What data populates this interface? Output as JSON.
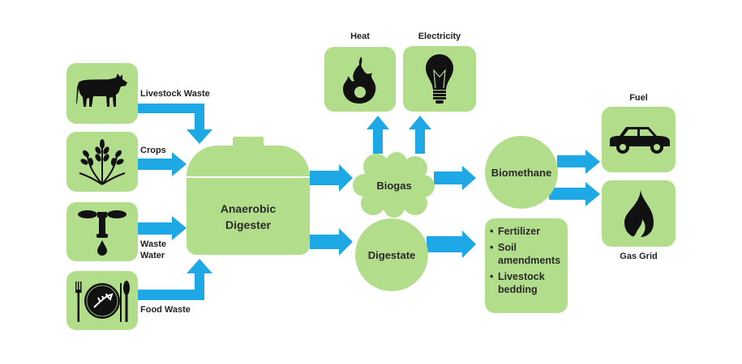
{
  "colors": {
    "box_fill": "#b2de8c",
    "arrow": "#1ea8e6",
    "icon": "#111111"
  },
  "inputs": [
    {
      "label": "Livestock Waste",
      "icon": "cow-icon"
    },
    {
      "label": "Crops",
      "icon": "wheat-icon"
    },
    {
      "label_line1": "Waste",
      "label_line2": "Water",
      "icon": "faucet-drop-icon"
    },
    {
      "label": "Food Waste",
      "icon": "plate-fishbone-icon"
    }
  ],
  "digester": {
    "line1": "Anaerobic",
    "line2": "Digester"
  },
  "biogas": {
    "label": "Biogas"
  },
  "digestate": {
    "label": "Digestate"
  },
  "uses": [
    {
      "label": "Heat",
      "icon": "flame-icon"
    },
    {
      "label": "Electricity",
      "icon": "light-bulb-icon"
    }
  ],
  "biomethane": {
    "label": "Biomethane"
  },
  "biomethane_uses": [
    {
      "label": "Fuel",
      "icon": "car-icon"
    },
    {
      "label": "Gas Grid",
      "icon": "gas-flame-icon"
    }
  ],
  "digestate_uses": {
    "items": [
      {
        "line1": "Fertilizer"
      },
      {
        "line1": "Soil",
        "line2": "amendments"
      },
      {
        "line1": "Livestock",
        "line2": "bedding"
      }
    ]
  }
}
